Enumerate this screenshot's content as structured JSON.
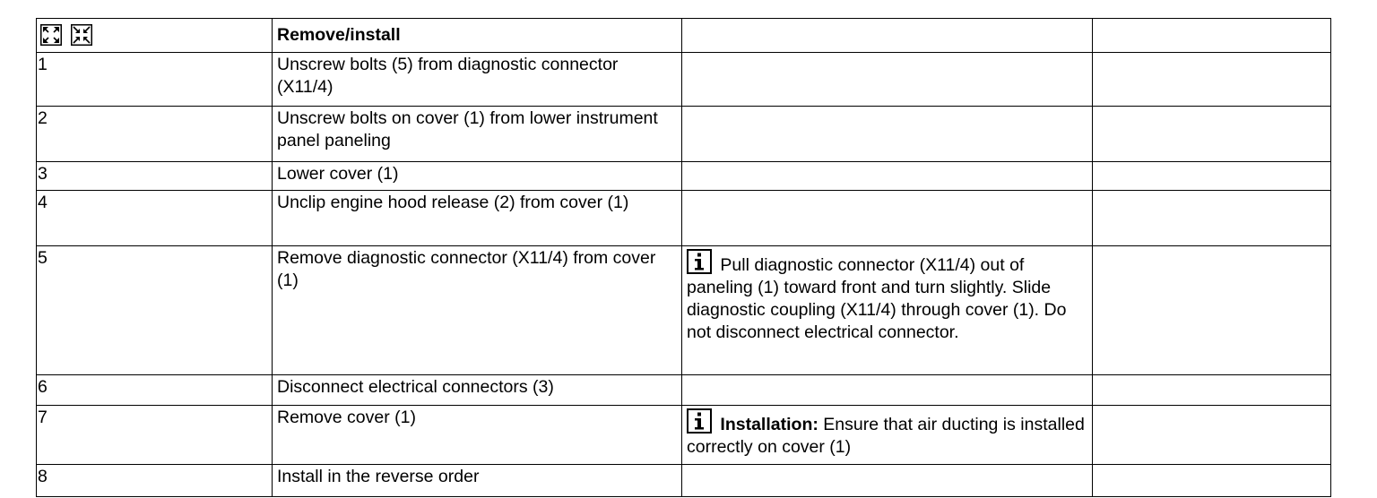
{
  "header": {
    "icons": [
      "expand-all-icon",
      "collapse-all-icon"
    ],
    "title": "Remove/install"
  },
  "steps": [
    {
      "num": "1",
      "text": "Unscrew bolts (5) from diagnostic connector (X11/4)",
      "note": null
    },
    {
      "num": "2",
      "text": "Unscrew bolts on cover (1) from lower instrument panel paneling",
      "note": null
    },
    {
      "num": "3",
      "text": "Lower cover (1)",
      "note": null
    },
    {
      "num": "4",
      "text": "Unclip engine hood release (2) from cover (1)",
      "note": null
    },
    {
      "num": "5",
      "text": "Remove diagnostic connector (X11/4) from cover (1)",
      "note": {
        "icon": "info-icon",
        "bold": "",
        "text": "Pull diagnostic connector (X11/4) out of paneling (1) toward front and turn slightly. Slide diagnostic coupling (X11/4) through cover (1). Do not disconnect electrical connector."
      }
    },
    {
      "num": "6",
      "text": "Disconnect electrical connectors (3)",
      "note": null
    },
    {
      "num": "7",
      "text": "Remove cover (1)",
      "note": {
        "icon": "info-icon",
        "bold": "Installation:",
        "text": "Ensure that air ducting is installed correctly on cover (1)"
      }
    },
    {
      "num": "8",
      "text": "Install in the reverse order",
      "note": null
    }
  ]
}
